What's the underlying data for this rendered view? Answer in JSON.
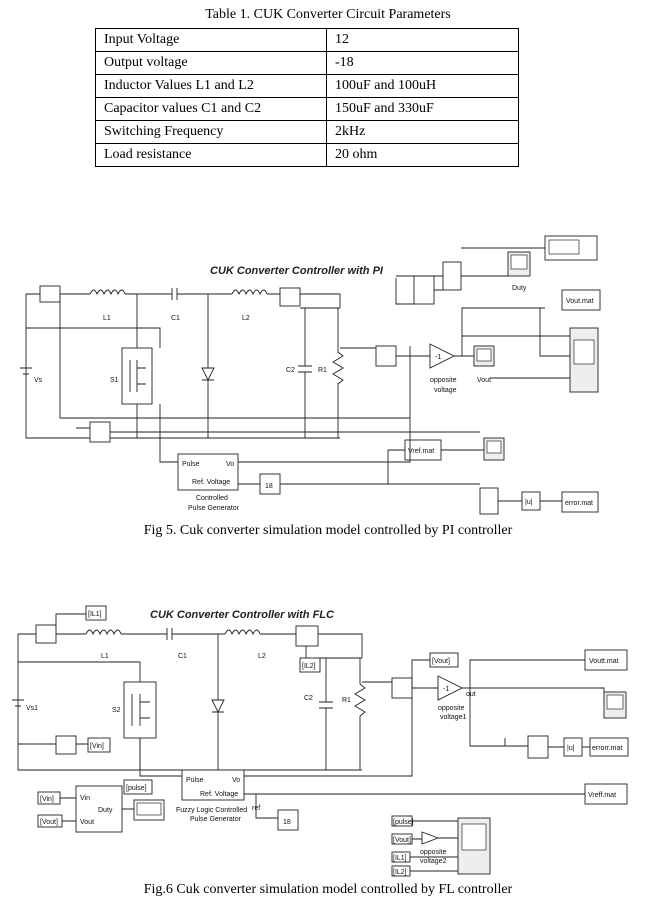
{
  "table": {
    "caption": "Table 1. CUK Converter Circuit Parameters",
    "rows": [
      {
        "param": "Input Voltage",
        "value": "12"
      },
      {
        "param": "Output voltage",
        "value": "-18"
      },
      {
        "param": "Inductor Values L1 and L2",
        "value": "100uF and 100uH"
      },
      {
        "param": "Capacitor values C1 and C2",
        "value": "150uF and 330uF"
      },
      {
        "param": "Switching Frequency",
        "value": "2kHz"
      },
      {
        "param": "Load resistance",
        "value": "20 ohm"
      }
    ]
  },
  "fig5": {
    "title": "CUK Converter Controller with PI",
    "caption": "Fig 5. Cuk converter simulation model controlled by PI controller",
    "labels": {
      "L1": "L1",
      "C1": "C1",
      "L2": "L2",
      "C2": "C2",
      "R1": "R1",
      "Vs": "Vs",
      "S1": "S1",
      "duty": "Duty",
      "vout_mat": "Vout.mat",
      "vref_mat": "Vref.mat",
      "error_mat": "error.mat",
      "gain": "-1",
      "opposite": "opposite",
      "voltage": "voltage",
      "vout": "Vout",
      "pulse": "Pulse",
      "vo": "Vo",
      "ref_voltage": "Ref. Voltage",
      "pg1": "Controlled",
      "pg2": "Pulse Generator",
      "const": "18",
      "abs": "|u|"
    }
  },
  "fig6": {
    "title": "CUK Converter Controller with FLC",
    "caption": "Fig.6 Cuk converter simulation model controlled by FL controller",
    "labels": {
      "L1": "L1",
      "C1": "C1",
      "L2": "L2",
      "C2": "C2",
      "R1": "R1",
      "Vs": "Vs1",
      "S2": "S2",
      "tag_il1": "[IL1]",
      "tag_il2": "[IL2]",
      "tag_vout": "[Vout]",
      "tag_vin": "[Vin]",
      "tag_pulse": "[pulse]",
      "voutt_mat": "Voutt.mat",
      "errorr_mat": "errorr.mat",
      "vreff_mat": "Vreff.mat",
      "gain": "-1",
      "opposite": "opposite",
      "voltage1": "voltage1",
      "out": "out",
      "pulse": "Pulse",
      "vo": "Vo",
      "ref_voltage": "Ref. Voltage",
      "ref": "ref",
      "flc1": "Fuzzy Logic Controlled",
      "flc2": "Pulse Generator",
      "const": "18",
      "abs": "|u|",
      "vin": "Vin",
      "vout_port": "Vout",
      "duty": "Duty",
      "opposite2": "opposite",
      "voltage2": "voltage2"
    }
  }
}
